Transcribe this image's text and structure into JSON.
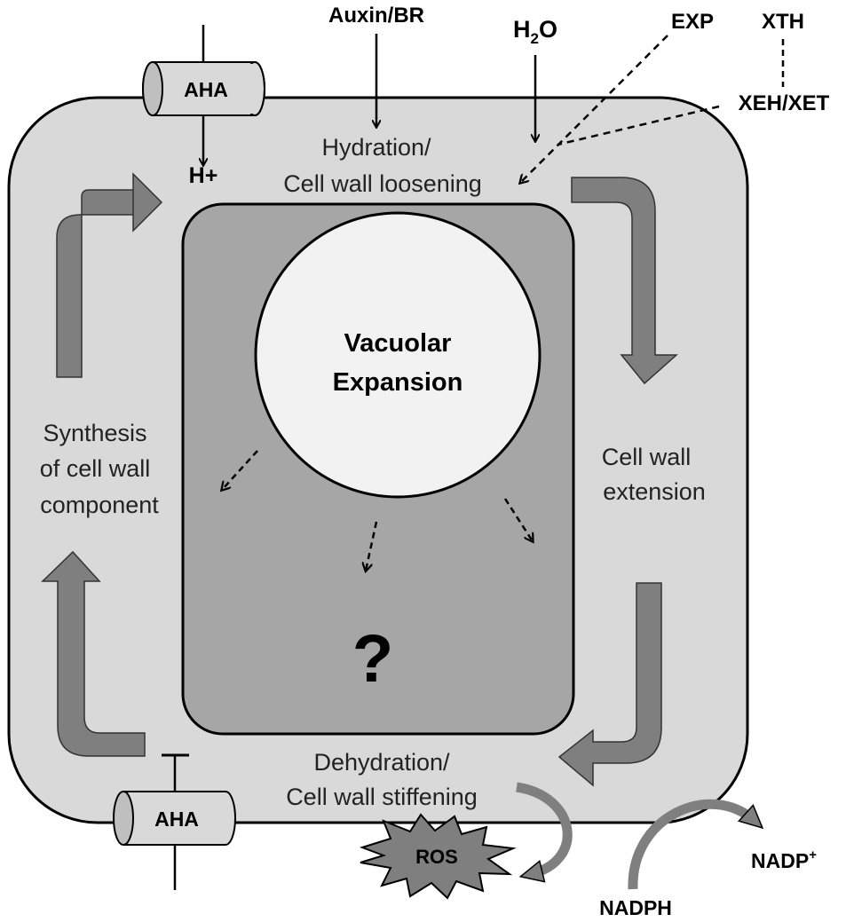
{
  "labels": {
    "auxin_br": "Auxin/BR",
    "h2o_h": "H",
    "h2o_sub": "2",
    "h2o_o": "O",
    "exp": "EXP",
    "xth": "XTH",
    "xeh_xet": "XEH/XET",
    "aha_top": "AHA",
    "aha_bottom": "AHA",
    "h_plus": "H+",
    "hydration_line1": "Hydration/",
    "hydration_line2": "Cell wall loosening",
    "vacuole_line1": "Vacuolar",
    "vacuole_line2": "Expansion",
    "question": "?",
    "synthesis_line1": "Synthesis",
    "synthesis_line2": "of cell wall",
    "synthesis_line3": "component",
    "extension_line1": "Cell wall",
    "extension_line2": "extension",
    "dehydration_line1": "Dehydration/",
    "dehydration_line2": "Cell wall stiffening",
    "ros": "ROS",
    "nadph": "NADPH",
    "nadp": "NADP",
    "nadp_sup": "+"
  },
  "colors": {
    "cell": "#d9d9d9",
    "cytoplasm": "#a6a6a6",
    "vacuole": "#f2f2f2",
    "cycle_arrow": "#7f7f7f",
    "outline": "#000000"
  }
}
